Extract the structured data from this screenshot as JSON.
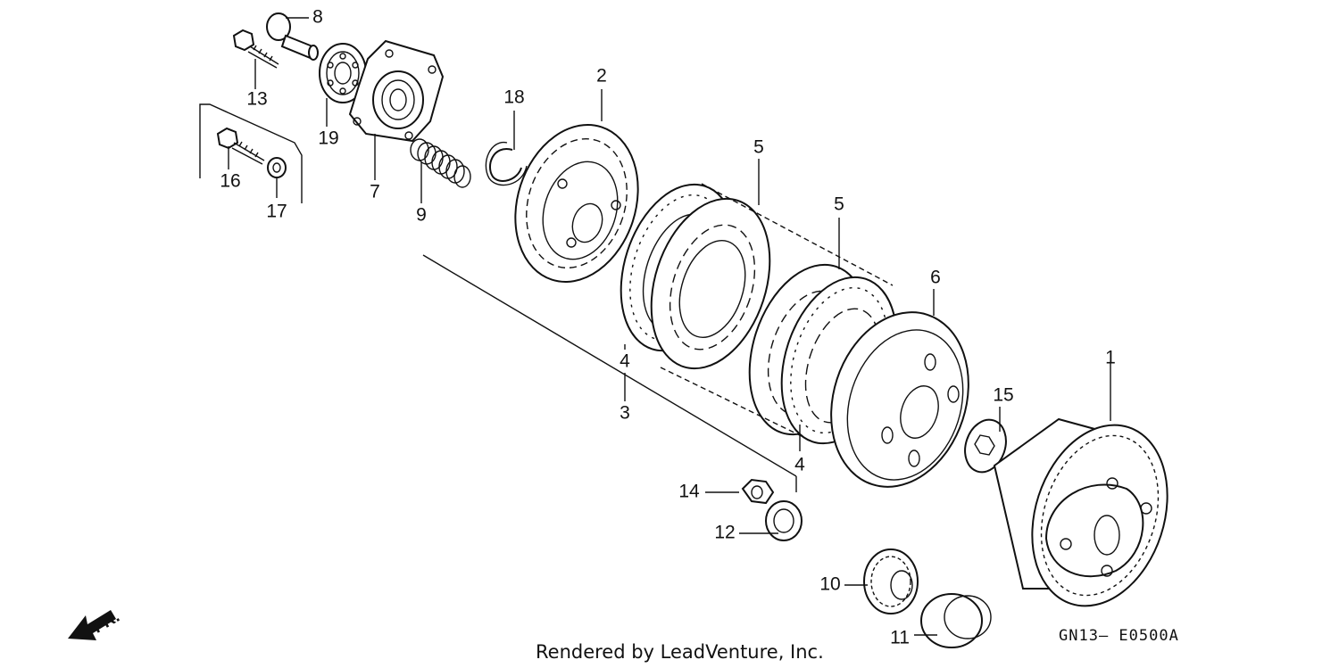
{
  "callouts": {
    "p1": "1",
    "p2": "2",
    "p3": "3",
    "p4a": "4",
    "p4b": "4",
    "p5a": "5",
    "p5b": "5",
    "p6": "6",
    "p7": "7",
    "p8": "8",
    "p9": "9",
    "p10": "10",
    "p11": "11",
    "p12": "12",
    "p13": "13",
    "p14": "14",
    "p15": "15",
    "p16": "16",
    "p17": "17",
    "p18": "18",
    "p19": "19"
  },
  "footer": {
    "credit": "Rendered by LeadVenture, Inc.",
    "diagram_code": "GN13– E0500A",
    "direction_label": "FR."
  },
  "colors": {
    "ink": "#111111",
    "paper": "#ffffff"
  }
}
